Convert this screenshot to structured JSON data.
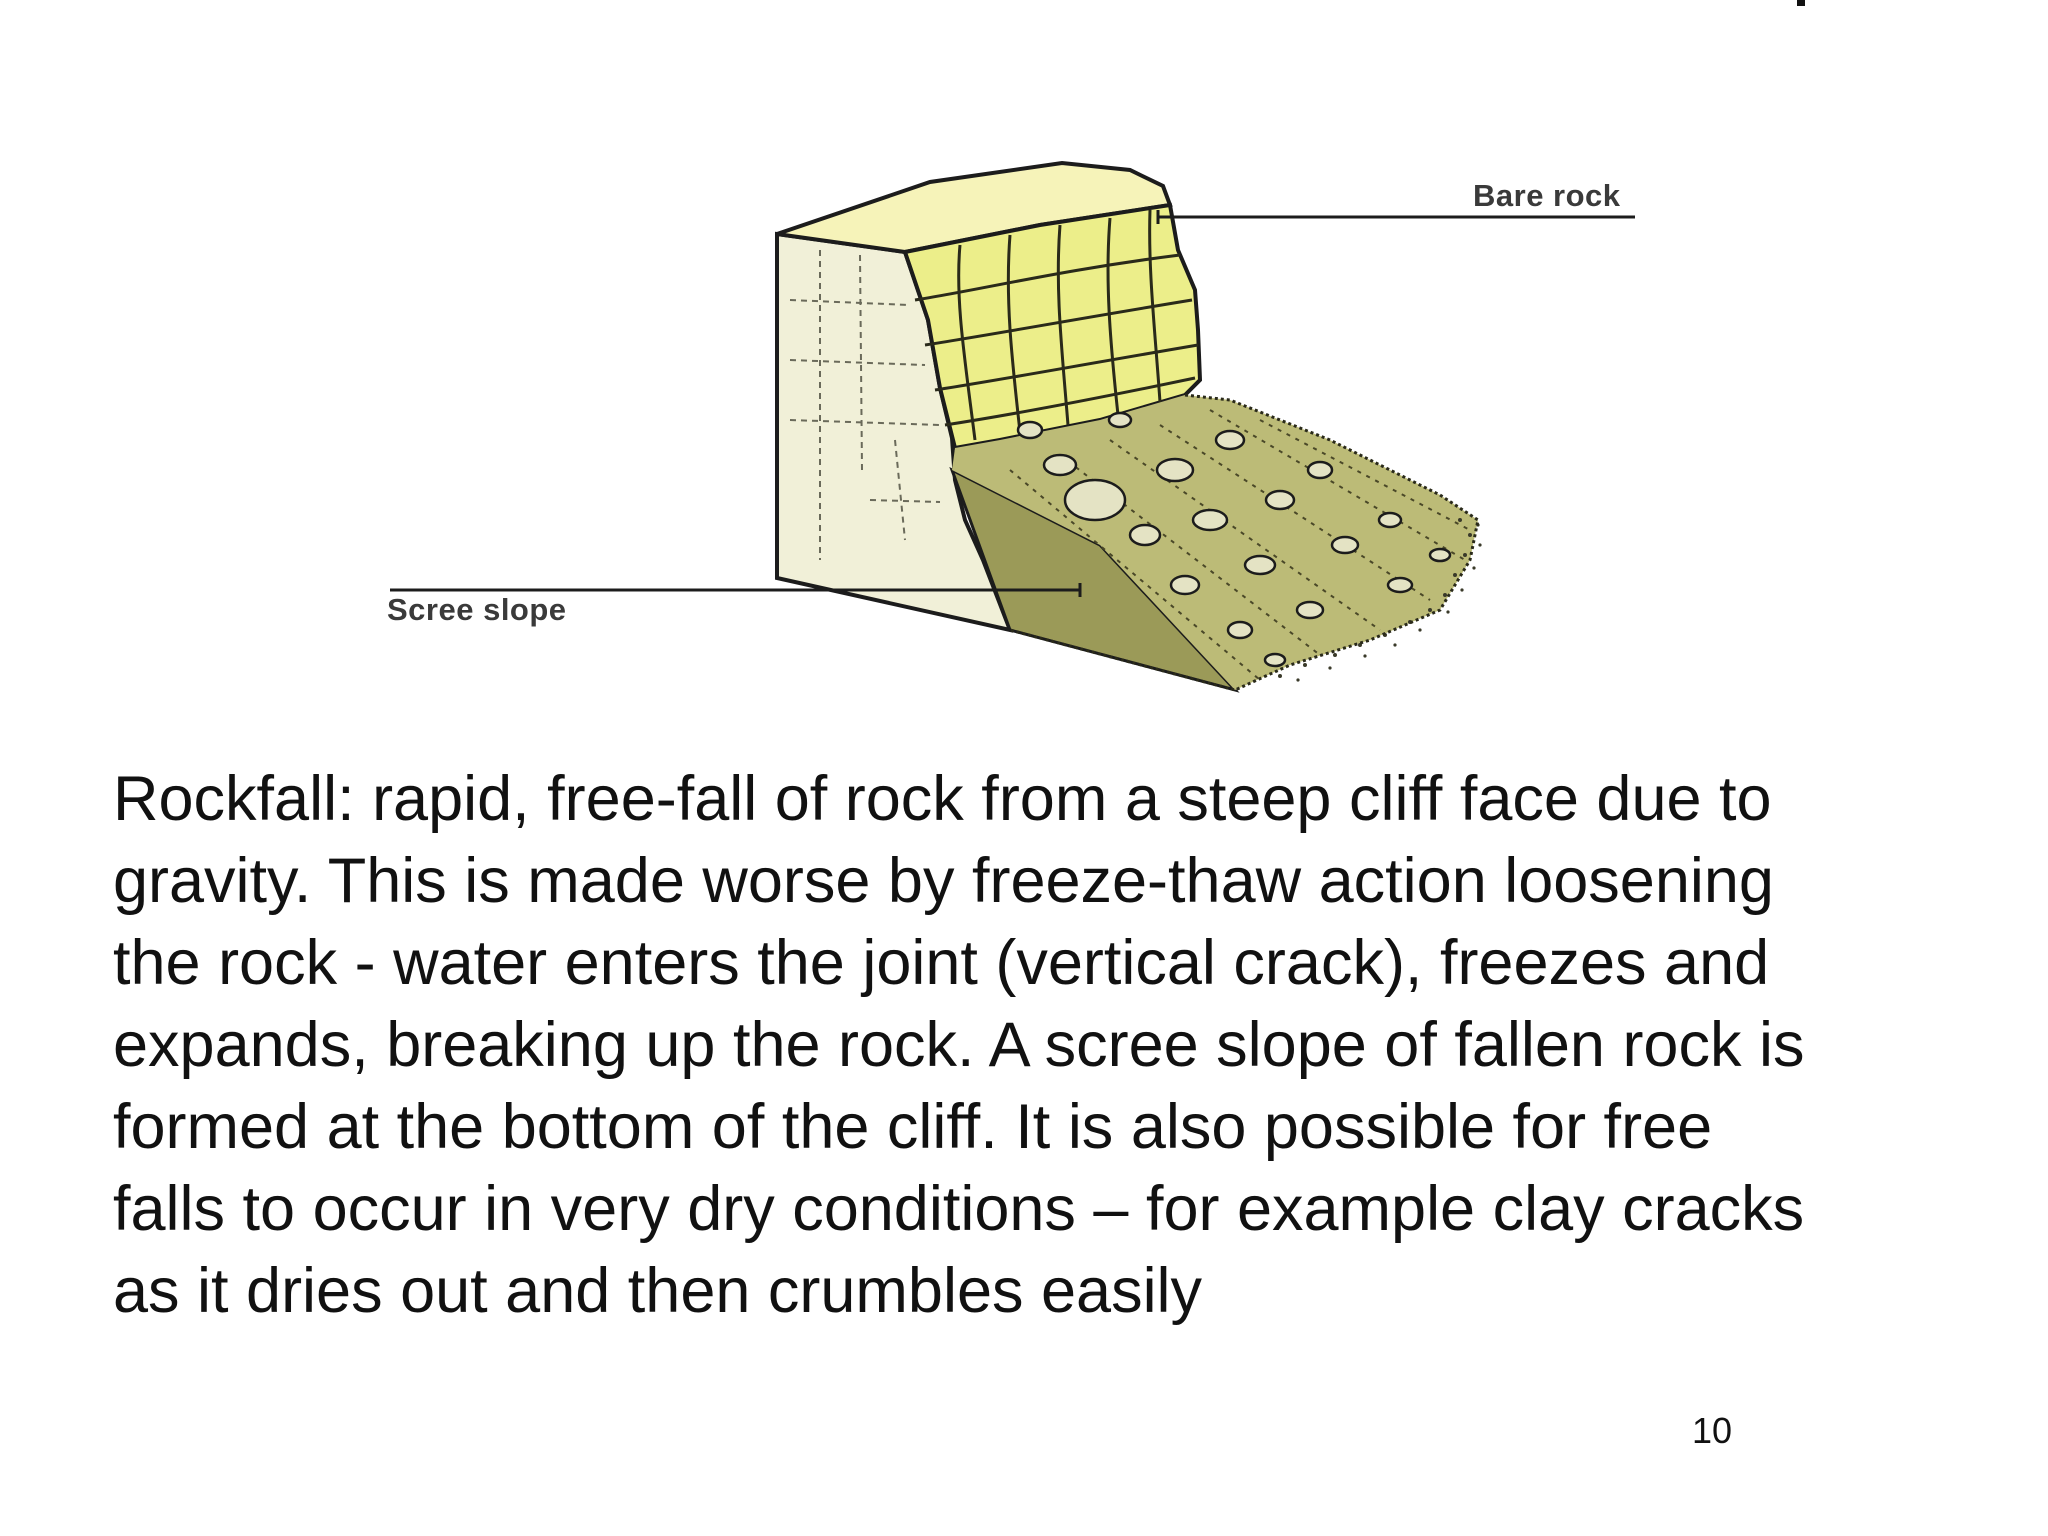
{
  "diagram": {
    "labels": {
      "bare_rock": "Bare rock",
      "scree_slope": "Scree slope"
    },
    "colors": {
      "cliff_face": "#ecee8a",
      "cliff_top": "#f6f3b9",
      "cliff_side": "#f1f0d8",
      "scree": "#bcbb77",
      "scree_dark": "#7d7a45",
      "outline": "#1c1c1c"
    }
  },
  "body": {
    "lines": [
      "Rockfall:  rapid, free-fall of rock from a steep cliff face due to",
      "gravity. This is made worse by freeze-thaw action loosening",
      "the rock - water enters the joint (vertical crack), freezes and",
      "expands, breaking up the rock. A scree slope of fallen rock is",
      "formed at the bottom of the cliff. It is also possible for free",
      "falls to occur in very dry conditions – for example clay cracks",
      "as it dries out and then crumbles easily"
    ]
  },
  "page_number": "10"
}
